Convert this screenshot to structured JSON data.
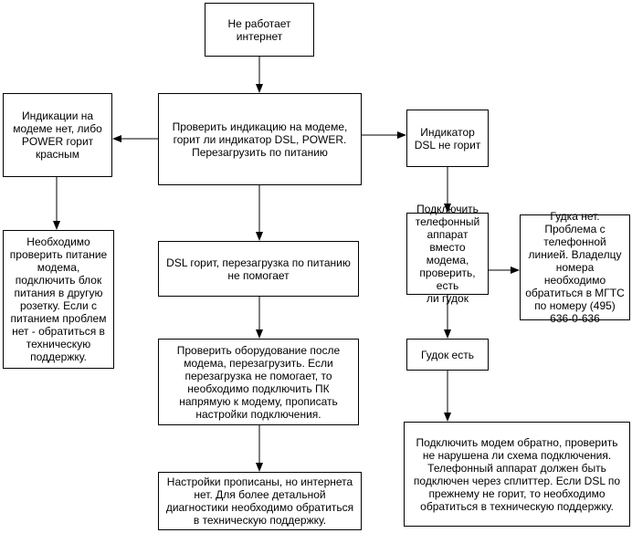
{
  "nodes": {
    "start": "Не работает\nинтернет",
    "check": "Проверить индикацию на модеме,\nгорит ли индикатор DSL, POWER.\nПерезагрузить по питанию",
    "left_status": "Индикации на\nмодеме нет, либо\nPOWER горит\nкрасным",
    "left_action": "Необходимо\nпроверить питание\nмодема,\nподключить блок\nпитания в другую\nрозетку. Если с\nпитанием проблем\nнет - обратиться в\nтехническую\nподдержку.",
    "right_status": "Индикатор\nDSL не горит",
    "phone_check": "Подключить\nтелефонный\nаппарат вместо\nмодема,\nпроверить, есть\nли гудок",
    "no_tone": "Гудка нет.\nПроблема с\nтелефонной\nлинией. Владелцу\nномера необходимо\nобратиться в МГТС\nпо номеру (495)\n636-0-636",
    "tone_ok": "Гудок есть",
    "reconnect": "Подключить модем обратно, проверить\nне нарушена ли схема подключения.\nТелефонный аппарат должен быть\nподключен через сплиттер. Если DSL по\nпрежнему не горит, то необходимо\nобратиться в техническую поддержку.",
    "dsl_on": "DSL горит, перезагрузка по питанию\nне помогает",
    "equipment": "Проверить оборудование после\nмодема, перезагрузить. Если\nперезагрузка не помогает, то\nнеобходимо подключить ПК\nнапрямую к модему, прописать\nнастройки подключения.",
    "final": "Настройки прописаны, но интернета\nнет. Для более детальной\nдиагностики необходимо обратиться\nв техническую поддержку."
  }
}
